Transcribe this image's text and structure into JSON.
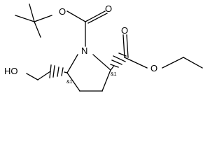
{
  "molecule": {
    "atoms": {
      "o_ester_tbu": "O",
      "o_carbonyl_boc": "O",
      "n_ring": "N",
      "o_carbonyl_ester": "O",
      "o_ester_ethyl": "O",
      "hydroxyl": "HO"
    },
    "stereo_labels": {
      "left": "&1",
      "right": "&1"
    }
  }
}
